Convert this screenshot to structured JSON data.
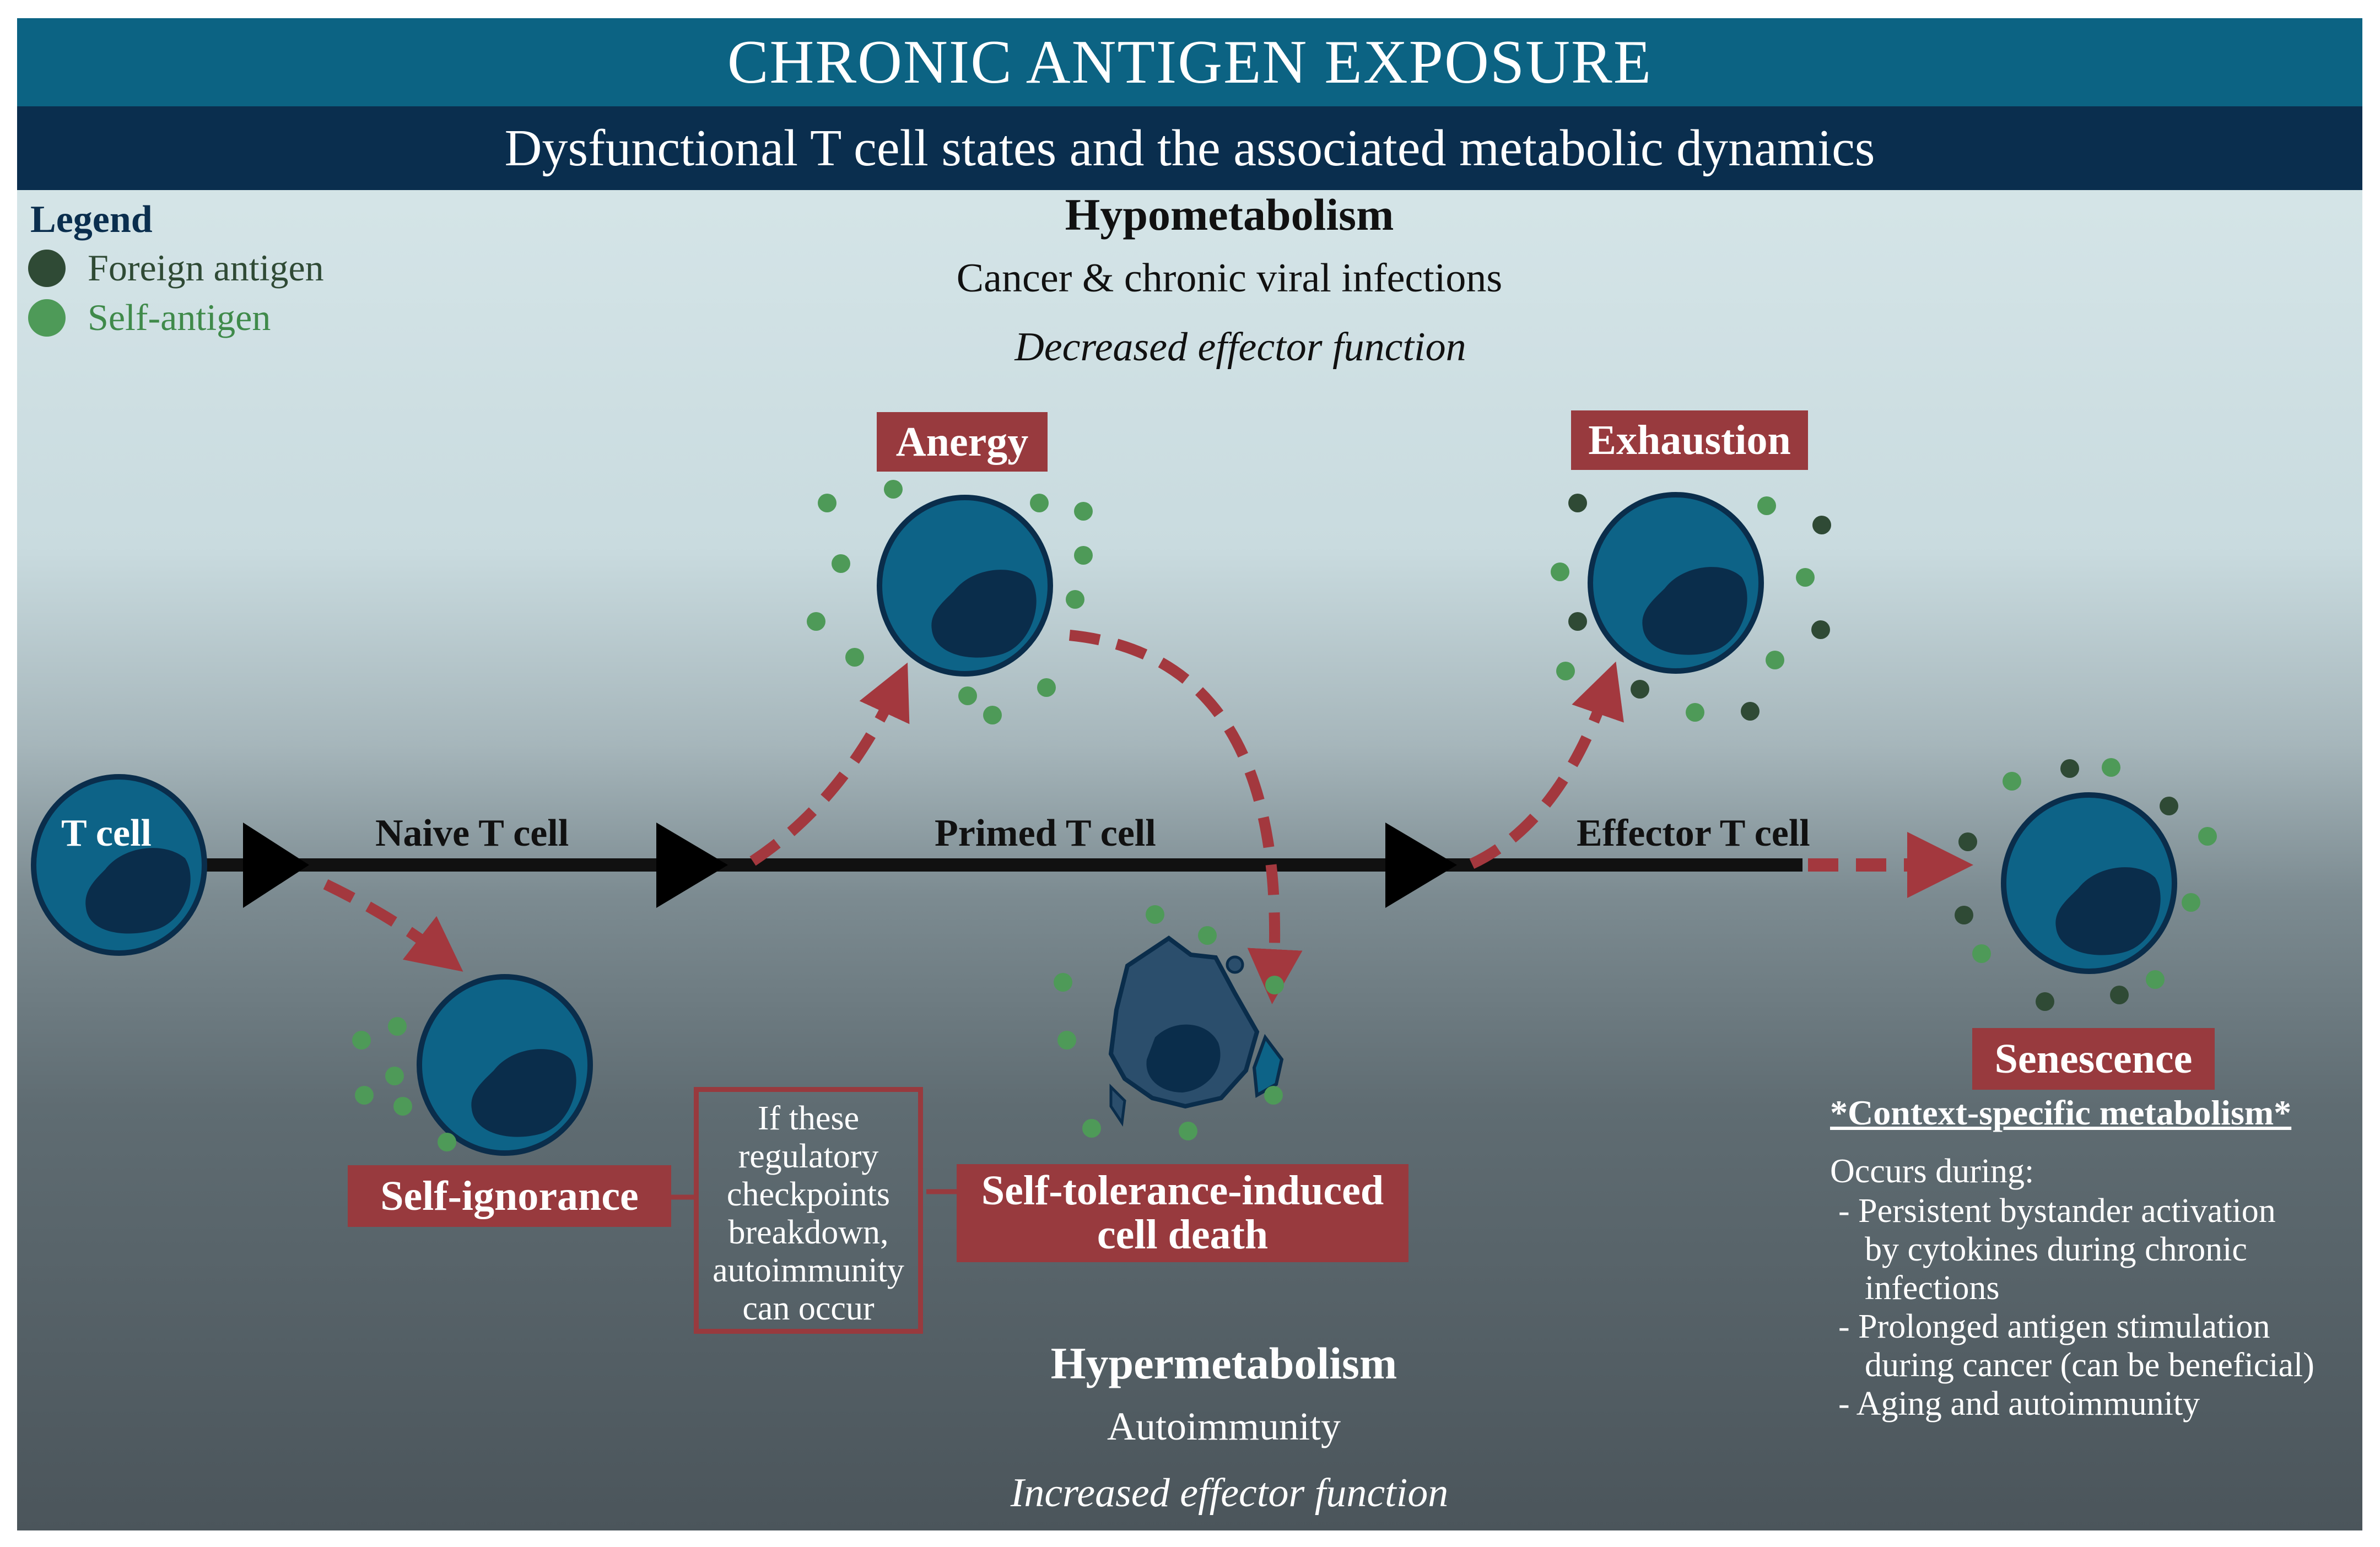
{
  "title": "CHRONIC ANTIGEN EXPOSURE",
  "subtitle": "Dysfunctional T cell states and the associated metabolic dynamics",
  "legend": {
    "title": "Legend",
    "items": [
      {
        "label": "Foreign antigen",
        "color": "#2f4a35"
      },
      {
        "label": "Self-antigen",
        "color": "#4e9a58"
      }
    ]
  },
  "hypometabolism": {
    "title": "Hypometabolism",
    "subtitle": "Cancer & chronic viral infections",
    "effect": "Decreased effector function"
  },
  "hypermetabolism": {
    "title": "Hypermetabolism",
    "subtitle": "Autoimmunity",
    "effect": "Increased effector function"
  },
  "cells": {
    "start": "T cell",
    "stages": [
      "Naive T cell",
      "Primed T cell",
      "Effector T cell"
    ]
  },
  "states": {
    "anergy": "Anergy",
    "exhaustion": "Exhaustion",
    "self_ignorance": "Self-ignorance",
    "self_tolerance_line1": "Self-tolerance-induced",
    "self_tolerance_line2": "cell death",
    "senescence": "Senescence"
  },
  "checkpoint_note": [
    "If these",
    "regulatory",
    "checkpoints",
    "breakdown,",
    "autoimmunity",
    "can occur"
  ],
  "senescence_info": {
    "title": "*Context-specific metabolism*",
    "occurs": "Occurs during:",
    "bullets": [
      [
        "- Persistent bystander activation",
        "by cytokines during chronic",
        "infections"
      ],
      [
        "- Prolonged antigen stimulation",
        "during cancer (can be beneficial)"
      ],
      [
        "- Aging and autoimmunity"
      ]
    ]
  },
  "colors": {
    "title_bar": "#0c6383",
    "subtitle_bar": "#0a2e4e",
    "cell_body": "#0d6387",
    "cell_nucleus": "#0a2d4b",
    "label_red": "#983a3e",
    "arrow_dashed": "#a3383e"
  }
}
